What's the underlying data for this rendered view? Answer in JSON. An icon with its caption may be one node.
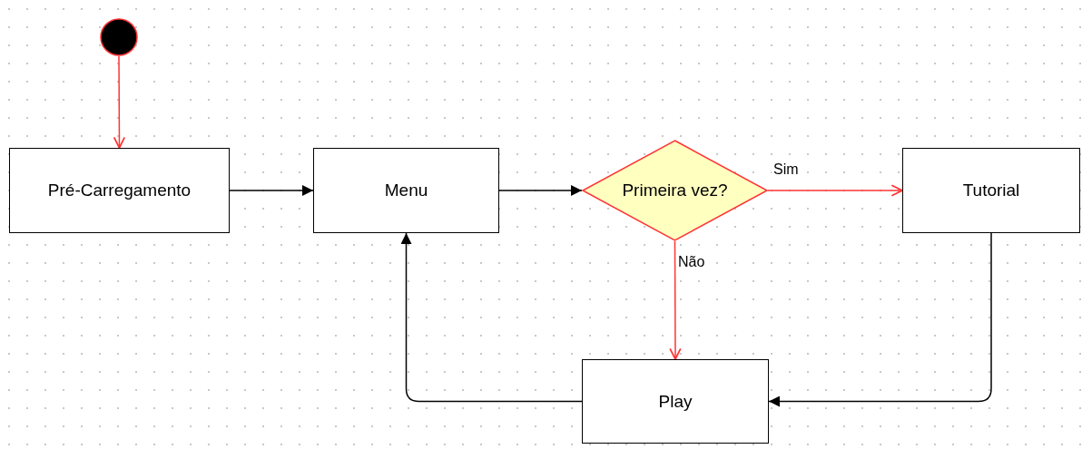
{
  "diagram": {
    "nodes": [
      {
        "text": [],
        "shape": "circle"
      },
      {
        "text": [
          "Pré-Carregamento"
        ]
      },
      {
        "text": [
          "Menu"
        ]
      },
      {
        "text": [
          "Primeira vez?"
        ]
      },
      {
        "text": [
          "Tutorial"
        ]
      },
      {
        "text": [
          "Play"
        ]
      }
    ],
    "edges": [
      {
        "from": 0,
        "to": 1,
        "arrow": "to",
        "color": "#ff3333"
      },
      {
        "from": 1,
        "to": 2,
        "arrow": "to"
      },
      {
        "from": 2,
        "to": 3,
        "arrow": "to"
      },
      {
        "from": 3,
        "to": 4,
        "arrow": "to",
        "label": "Sim",
        "color": "#ff3333"
      },
      {
        "from": 3,
        "to": 5,
        "arrow": "to",
        "label": "Não",
        "color": "#ff3333"
      },
      {
        "from": 4,
        "to": 5,
        "arrow": "to"
      },
      {
        "from": 5,
        "to": 2,
        "arrow": "to"
      }
    ]
  }
}
